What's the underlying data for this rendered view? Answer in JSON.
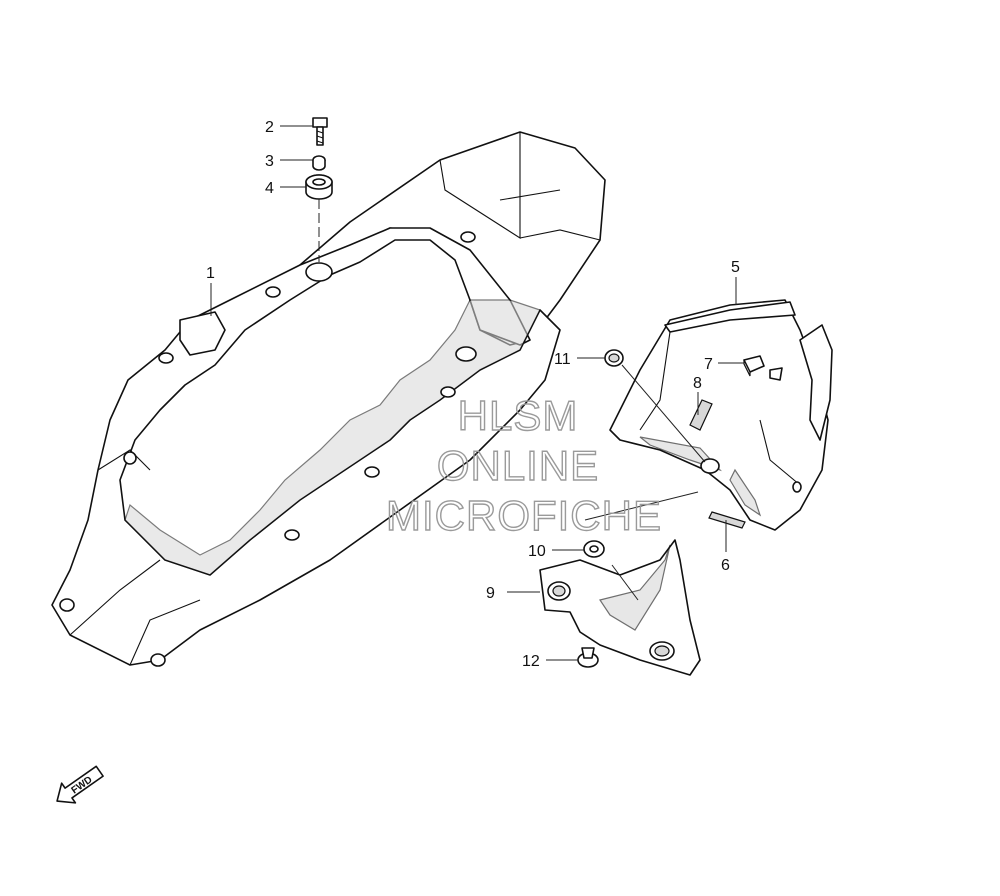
{
  "callouts": [
    "1",
    "2",
    "3",
    "4",
    "5",
    "6",
    "7",
    "8",
    "9",
    "10",
    "11",
    "12"
  ],
  "watermark": {
    "line1": "HLSM",
    "line2": "ONLINE",
    "line3": "MICROFICHE"
  },
  "direction_label": "FWD"
}
